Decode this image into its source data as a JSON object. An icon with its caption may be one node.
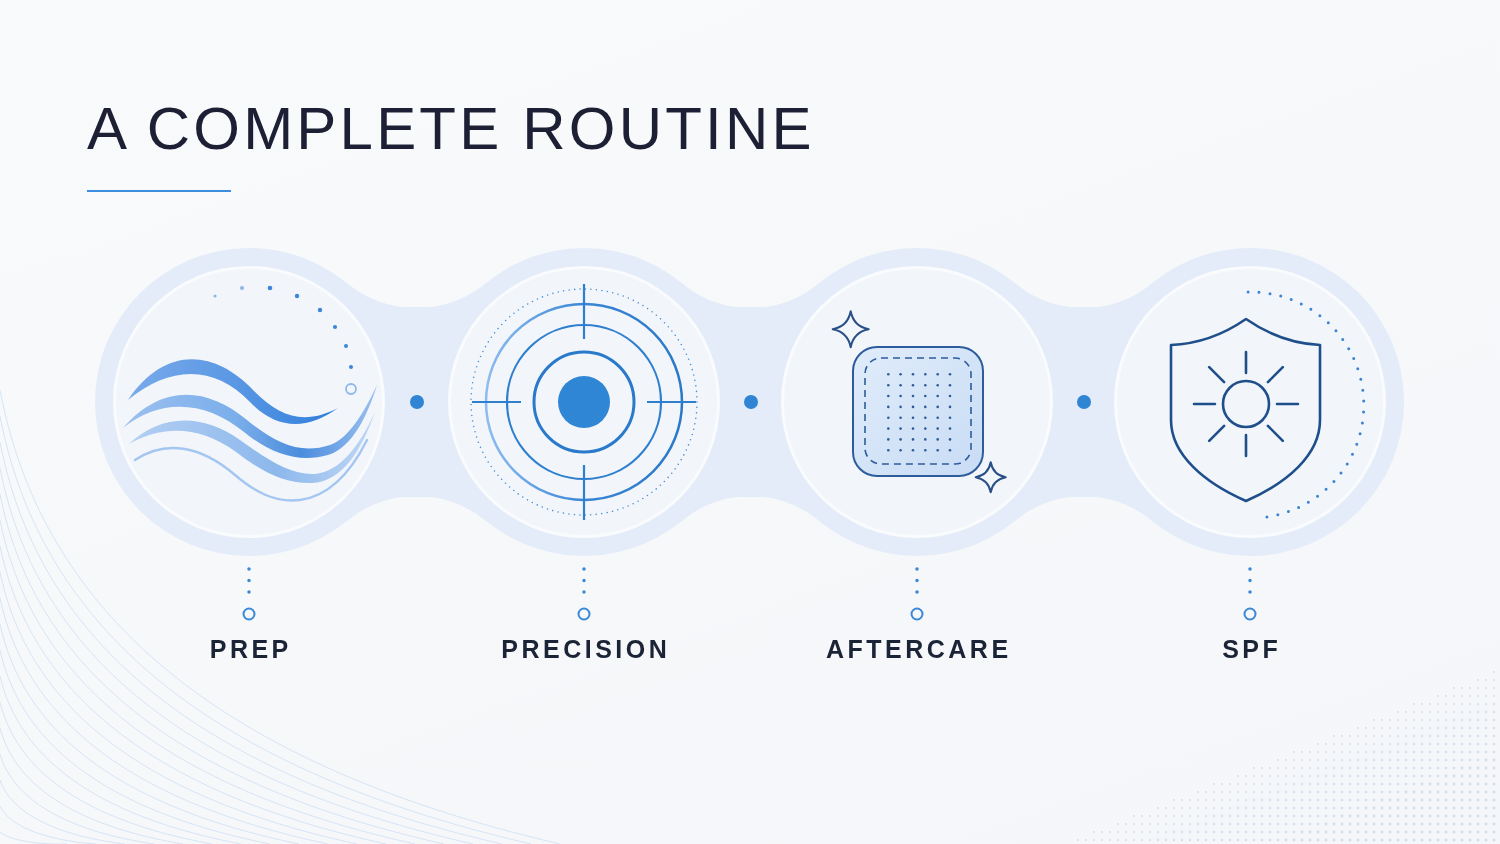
{
  "diagram": {
    "title": "A COMPLETE ROUTINE",
    "nodes": [
      {
        "text": [],
        "shape": "circle"
      },
      {
        "text": [],
        "shape": "circle"
      },
      {
        "text": [],
        "shape": "circle"
      },
      {
        "text": [],
        "shape": "circle"
      },
      {
        "text": [
          "PREP"
        ]
      },
      {
        "text": [
          "PRECISION"
        ]
      },
      {
        "text": [
          "AFTERCARE"
        ]
      },
      {
        "text": [
          "SPF"
        ]
      }
    ],
    "edges": [
      {
        "from": 0,
        "to": 1,
        "arrow": "none",
        "style": "thick",
        "color": "#e3ecf8"
      },
      {
        "from": 1,
        "to": 2,
        "arrow": "none",
        "style": "thick",
        "color": "#e3ecf8"
      },
      {
        "from": 2,
        "to": 3,
        "arrow": "none",
        "style": "thick",
        "color": "#e3ecf8"
      },
      {
        "from": 4,
        "to": 0,
        "arrow": "other",
        "style": "dashed"
      },
      {
        "from": 5,
        "to": 1,
        "arrow": "other",
        "style": "dashed"
      },
      {
        "from": 6,
        "to": 2,
        "arrow": "other",
        "style": "dashed"
      },
      {
        "from": 7,
        "to": 3,
        "arrow": "other",
        "style": "dashed"
      }
    ]
  }
}
